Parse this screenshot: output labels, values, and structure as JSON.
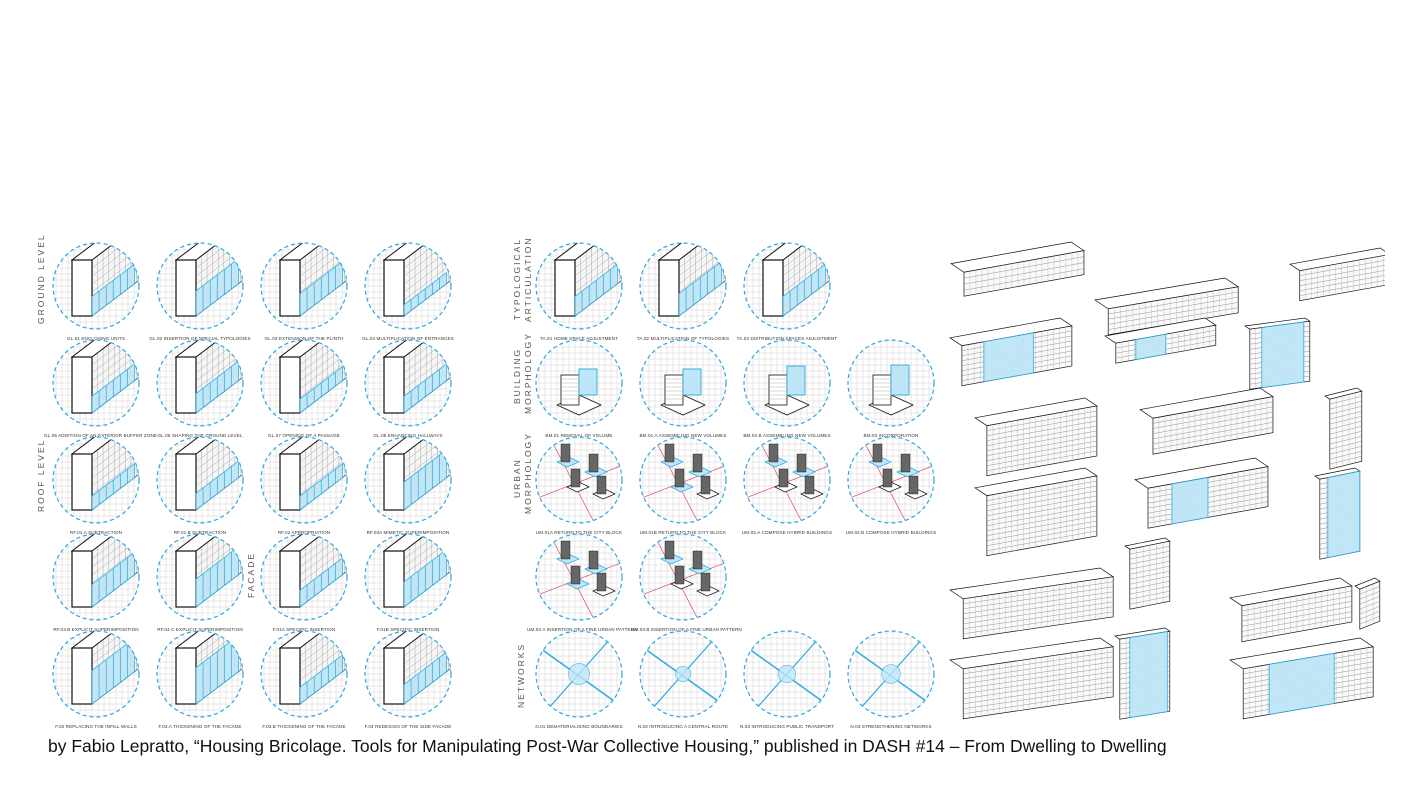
{
  "left_panel": {
    "sections": [
      {
        "key": "ground",
        "label": "GROUND LEVEL"
      },
      {
        "key": "roof",
        "label": "ROOF LEVEL"
      },
      {
        "key": "facade",
        "label": "FACADE"
      }
    ],
    "cells": [
      {
        "caption": "GL.01 ENCLOSING UNITS",
        "fill": 0.35
      },
      {
        "caption": "GL.02 INSERTION OF SPECIAL TYPOLOGIES",
        "fill": 0.45
      },
      {
        "caption": "GL.03 EXTENSION OF THE PLINTH",
        "fill": 0.4
      },
      {
        "caption": "GL.04 MULTIPLICATION OF ENTRANCES",
        "fill": 0.2
      },
      {
        "caption": "GL.05 ADDITION OF AN EXTERIOR BUFFER ZONE",
        "fill": 0.3
      },
      {
        "caption": "GL.06 SHAPING THE GROUND LEVEL",
        "fill": 0.35
      },
      {
        "caption": "GL.07 OPENING OF A PASSAGE",
        "fill": 0.25
      },
      {
        "caption": "GL.08 ENHANCING HALLWAYS",
        "fill": 0.3
      },
      {
        "caption": "RF.01.A SUBTRACTION",
        "fill": 0.25
      },
      {
        "caption": "RF.01.B SUBTRACTION",
        "fill": 0.3
      },
      {
        "caption": "RF.02 APPROPRIATION",
        "fill": 0.25
      },
      {
        "caption": "RF.03A MIMETIC SUPERIMPOSITION",
        "fill": 0.5
      },
      {
        "caption": "RF.03.B EXPLICIT SUPERIMPOSITION",
        "fill": 0.4
      },
      {
        "caption": "RF.04.C EXPLICIT SUPERIMPOSITION",
        "fill": 0.5
      },
      {
        "caption": "F.01A SPECIFIC INSERTION",
        "fill": 0.3
      },
      {
        "caption": "F.01B SPECIFIC INSERTION",
        "fill": 0.45
      },
      {
        "caption": "F.02 REPLACING THE INFILL WALLS",
        "fill": 0.6
      },
      {
        "caption": "F.03.A THICKENING OF THE FACADE",
        "fill": 0.65
      },
      {
        "caption": "F.03.B THICKENING OF THE FACADE",
        "fill": 0.3
      },
      {
        "caption": "F.04 REDESIGN OF THE SIDE FACADE",
        "fill": 0.35
      }
    ]
  },
  "middle_panel": {
    "sections": [
      {
        "key": "typo",
        "label": "TYPOLOGICAL ARTICULATION"
      },
      {
        "key": "bm",
        "label": "BUILDING MORPHOLOGY"
      },
      {
        "key": "um",
        "label": "URBAN MORPHOLOGY"
      },
      {
        "key": "nw",
        "label": "NETWORKS"
      }
    ],
    "cells": [
      {
        "caption": "TA.01 HOME SPACE ADJUSTMENT",
        "fill": 0.35
      },
      {
        "caption": "TA.02 MULTIPLICATION OF TYPOLOGIES",
        "fill": 0.4
      },
      {
        "caption": "TA.03 DISTRIBUTION SPACES ADJUSTMENT",
        "fill": 0.35
      },
      {
        "caption": "",
        "fill": 0
      },
      {
        "caption": "BM.01 REMOVAL OF VOLUME",
        "fill": 0.3
      },
      {
        "caption": "BM.01.A ASSEMBLING NEW VOLUMES",
        "fill": 0.3
      },
      {
        "caption": "BM.02.B ASSEMBLING NEW VOLUMES",
        "fill": 0.45
      },
      {
        "caption": "BM.03 INCORPORATION",
        "fill": 0.5
      },
      {
        "caption": "UM.01A RETURN TO THE CITY BLOCK",
        "fill": 0.4
      },
      {
        "caption": "UM.01B RETURN TO THE CITY BLOCK",
        "fill": 0.5
      },
      {
        "caption": "UM.02.A COMPOSE HYBRID BUILDINGS",
        "fill": 0.45
      },
      {
        "caption": "UM.02.B COMPOSE HYBRID BUILDINGS",
        "fill": 0.35
      },
      {
        "caption": "UM.03.A INSERTION OF A FINE URBAN PATTERN",
        "fill": 0.55
      },
      {
        "caption": "UM.03.B INSERTION OF A FINE URBAN PATTERN",
        "fill": 0.45
      },
      {
        "caption": "",
        "fill": 0
      },
      {
        "caption": "",
        "fill": 0
      },
      {
        "caption": "N.01 DEMATERIALISING BOUNDARIES",
        "fill": 0.55
      },
      {
        "caption": "N.02 INTRODUCING A CENTRAL ROUTE",
        "fill": 0.3
      },
      {
        "caption": "N.03 INTRODUCING PUBLIC TRANSPORT",
        "fill": 0.4
      },
      {
        "caption": "N.03 STRENGTHENING NETWORKS",
        "fill": 0.45
      }
    ]
  },
  "right_panel": {
    "buildings": [
      {
        "name": "slab-1",
        "highlight": 0.0
      },
      {
        "name": "slab-2",
        "highlight": 0.0
      },
      {
        "name": "pavilions",
        "highlight": 0.3
      },
      {
        "name": "slab-3",
        "highlight": 0.0
      },
      {
        "name": "slab-4",
        "highlight": 0.45
      },
      {
        "name": "tower-1",
        "highlight": 0.7
      },
      {
        "name": "slab-5",
        "highlight": 0.0
      },
      {
        "name": "slab-6",
        "highlight": 0.0
      },
      {
        "name": "tower-2",
        "highlight": 0.0
      },
      {
        "name": "slab-7",
        "highlight": 0.0
      },
      {
        "name": "slab-8",
        "highlight": 0.3
      },
      {
        "name": "tower-3",
        "highlight": 0.8
      },
      {
        "name": "tower-4",
        "highlight": 0.0
      },
      {
        "name": "curve-1",
        "highlight": 0.0
      },
      {
        "name": "slab-9",
        "highlight": 0.0
      },
      {
        "name": "tower-5",
        "highlight": 0.0
      },
      {
        "name": "curve-2",
        "highlight": 0.0
      },
      {
        "name": "tower-6",
        "highlight": 0.75
      },
      {
        "name": "slab-10",
        "highlight": 0.5
      }
    ]
  },
  "caption": "by Fabio Lepratto, “Housing Bricolage. Tools for Manipulating Post-War Collective Housing,” published in DASH #14 – From Dwelling to Dwelling",
  "colors": {
    "accent": "#29a9e0",
    "accent_fill": "#bfe6f7",
    "line": "#111111",
    "grid": "#c8c8c8"
  }
}
